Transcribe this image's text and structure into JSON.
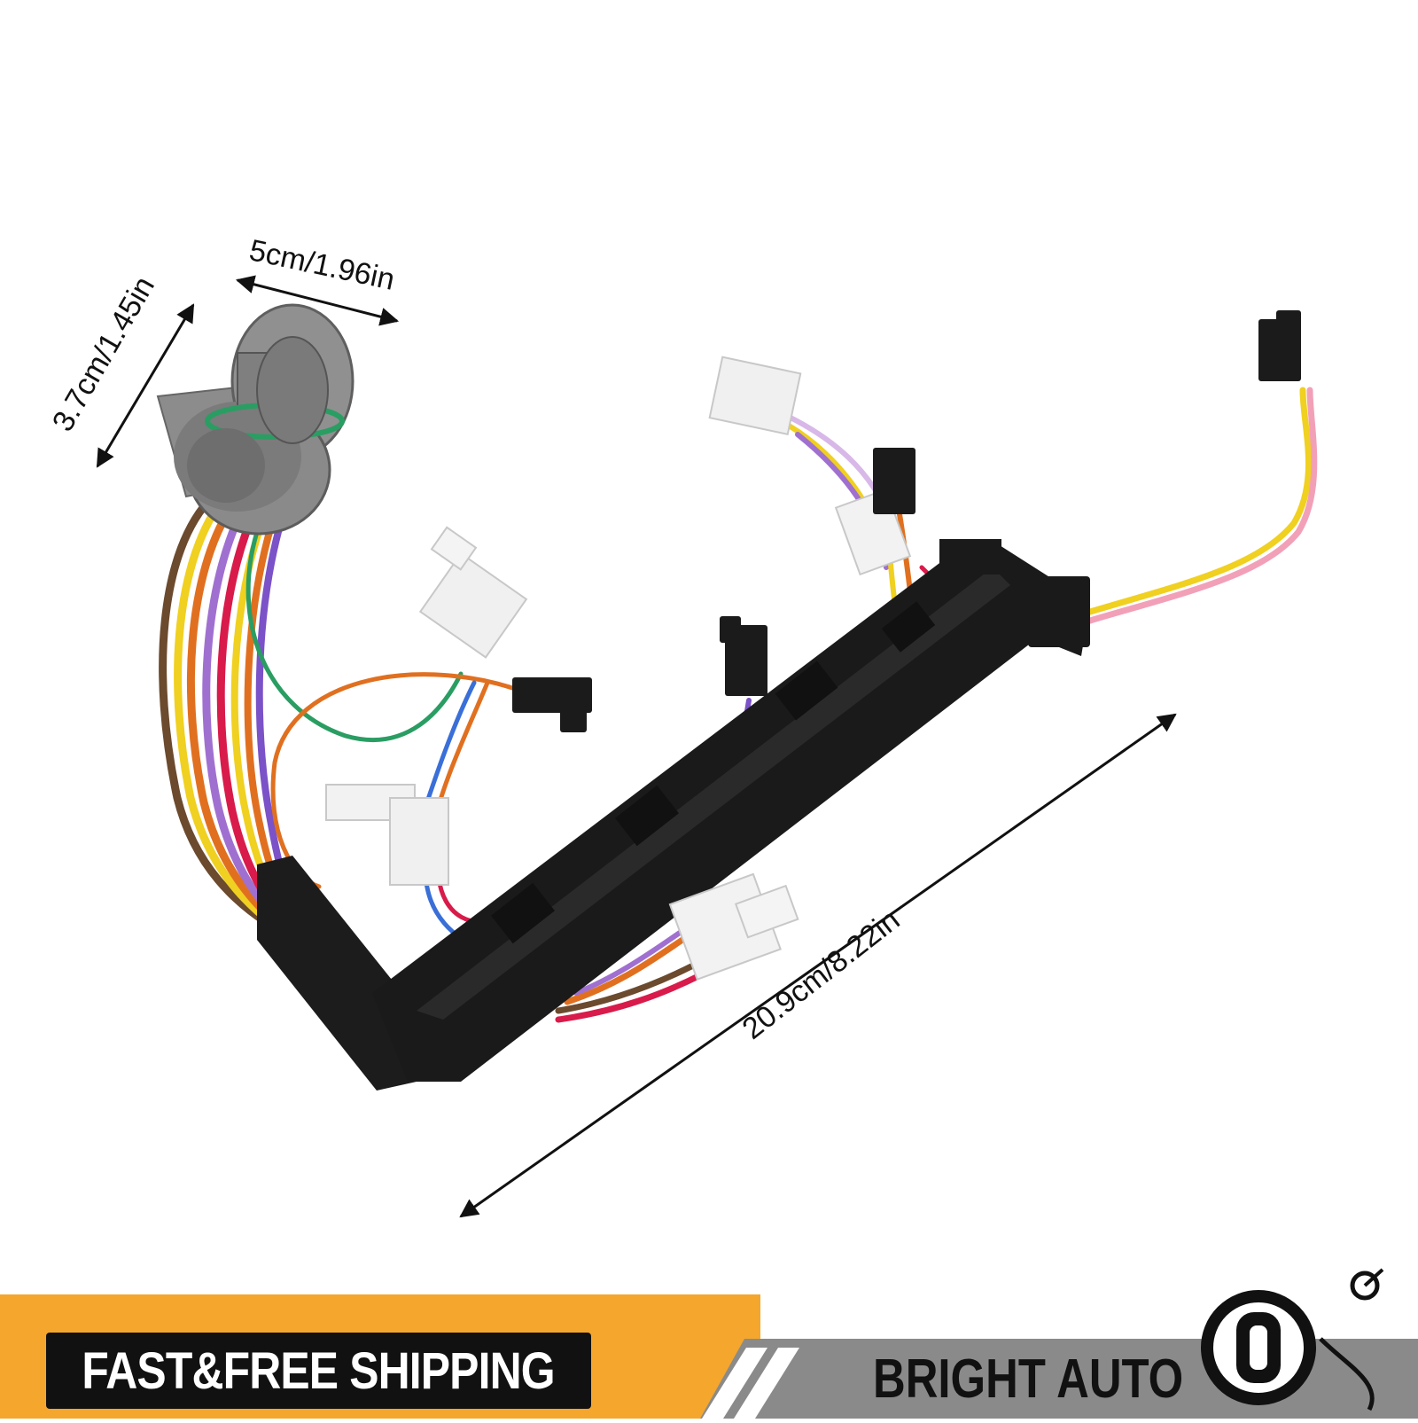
{
  "dimensions": {
    "width_label": "5cm/1.96in",
    "height_label": "3.7cm/1.45in",
    "length_label": "20.9cm/8.22in"
  },
  "banner": {
    "shipping_text": "FAST&FREE  SHIPPING",
    "brand_name": "BRIGHT AUTO"
  },
  "colors": {
    "banner_orange": "#f4a72c",
    "banner_gray": "#8a8a8a",
    "badge_black": "#111111",
    "connector_gray": "#8c8c8c",
    "harness_black": "#1a1a1a",
    "connector_white": "#f2f2f2"
  }
}
